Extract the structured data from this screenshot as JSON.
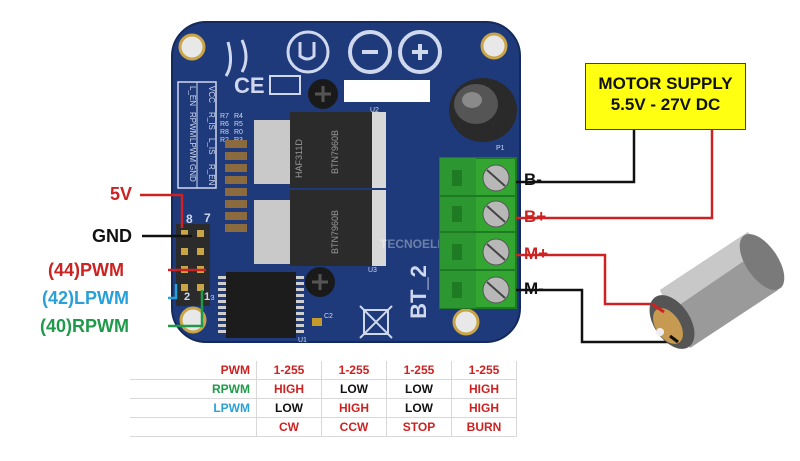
{
  "board": {
    "name": "BT_2",
    "pin_header_labels": [
      "VCC",
      "R_IS",
      "L_IS",
      "R_EN",
      "L_EN",
      "RPWM",
      "LPWM",
      "GND"
    ],
    "header_numbers": [
      "8",
      "7",
      "2",
      "1"
    ],
    "silkscreen": [
      "R7",
      "R4",
      "R6",
      "R5",
      "R8",
      "R0",
      "R2",
      "R3",
      "U2",
      "U3",
      "U1",
      "C2",
      "P1",
      "P3"
    ],
    "chip_text": [
      "BTN7960B",
      "BTN7960B",
      "HAF311D"
    ],
    "watermark": "TECNOELITE"
  },
  "pins": {
    "vcc": "5V",
    "gnd": "GND",
    "pwm": "(44)PWM",
    "lpwm": "(42)LPWM",
    "rpwm": "(40)RPWM"
  },
  "terminals": {
    "b_minus": "B-",
    "b_plus": "B+",
    "m_plus": "M+",
    "m_minus": "M-"
  },
  "supply": {
    "line1": "MOTOR SUPPLY",
    "line2": "5.5V - 27V DC"
  },
  "truth_table": {
    "rows": [
      {
        "label": "PWM",
        "values": [
          "1-255",
          "1-255",
          "1-255",
          "1-255"
        ]
      },
      {
        "label": "RPWM",
        "values": [
          "HIGH",
          "LOW",
          "LOW",
          "HIGH"
        ]
      },
      {
        "label": "LPWM",
        "values": [
          "LOW",
          "HIGH",
          "LOW",
          "HIGH"
        ]
      },
      {
        "label": "",
        "values": [
          "CW",
          "CCW",
          "STOP",
          "BURN"
        ]
      }
    ]
  },
  "colors": {
    "board": "#1e3a7a",
    "terminal": "#33a632",
    "supply_box": "#ffff11",
    "red": "#cc2222",
    "green": "#1e9a4a",
    "blue": "#2aa0d8"
  }
}
